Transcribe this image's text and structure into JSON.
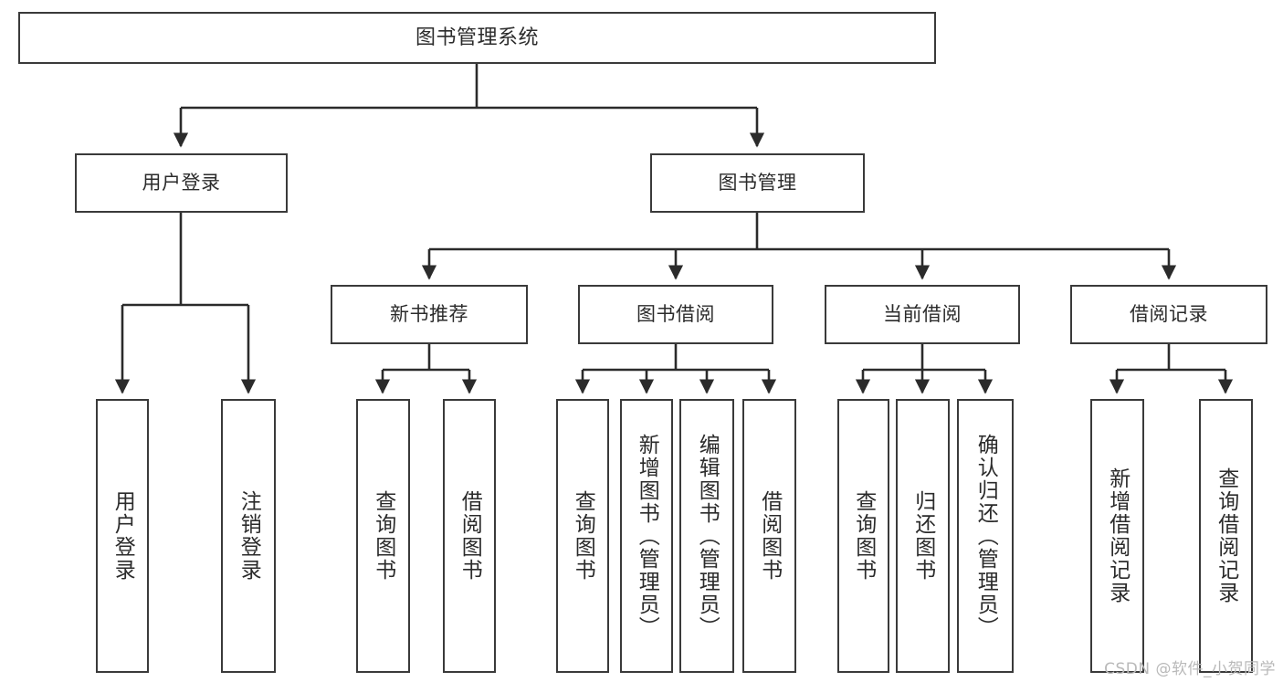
{
  "diagram": {
    "title": "图书管理系统",
    "type": "tree-hierarchy",
    "watermark": "CSDN @软件_小贺同学",
    "colors": {
      "background": "#ffffff",
      "box_border": "#3a3a3a",
      "box_fill": "#ffffff",
      "connector": "#2b2b2b",
      "text": "#2b2b2b",
      "watermark": "#b9b9b9"
    },
    "nodes": {
      "root": {
        "label": "图书管理系统"
      },
      "level2": [
        {
          "id": "user-login",
          "label": "用户登录"
        },
        {
          "id": "book-manage",
          "label": "图书管理"
        }
      ],
      "level3": [
        {
          "id": "new-book-recommend",
          "label": "新书推荐"
        },
        {
          "id": "book-borrow",
          "label": "图书借阅"
        },
        {
          "id": "current-borrow",
          "label": "当前借阅"
        },
        {
          "id": "borrow-record",
          "label": "借阅记录"
        }
      ],
      "leaves": {
        "user_login": [
          {
            "id": "leaf-user-login",
            "label": "用户登录"
          },
          {
            "id": "leaf-logout-login",
            "label": "注销登录"
          }
        ],
        "new_book_recommend": [
          {
            "id": "leaf-query-book-1",
            "label": "查询图书"
          },
          {
            "id": "leaf-borrow-book-1",
            "label": "借阅图书"
          }
        ],
        "book_borrow": [
          {
            "id": "leaf-query-book-2",
            "label": "查询图书"
          },
          {
            "id": "leaf-add-book",
            "label": "新增图书（管理员）"
          },
          {
            "id": "leaf-edit-book",
            "label": "编辑图书（管理员）"
          },
          {
            "id": "leaf-borrow-book-2",
            "label": "借阅图书"
          }
        ],
        "current_borrow": [
          {
            "id": "leaf-query-book-3",
            "label": "查询图书"
          },
          {
            "id": "leaf-return-book",
            "label": "归还图书"
          },
          {
            "id": "leaf-confirm-return",
            "label": "确认归还（管理员）"
          }
        ],
        "borrow_record": [
          {
            "id": "leaf-add-borrow-record",
            "label": "新增借阅记录"
          },
          {
            "id": "leaf-query-borrow-record",
            "label": "查询借阅记录"
          }
        ]
      }
    }
  }
}
